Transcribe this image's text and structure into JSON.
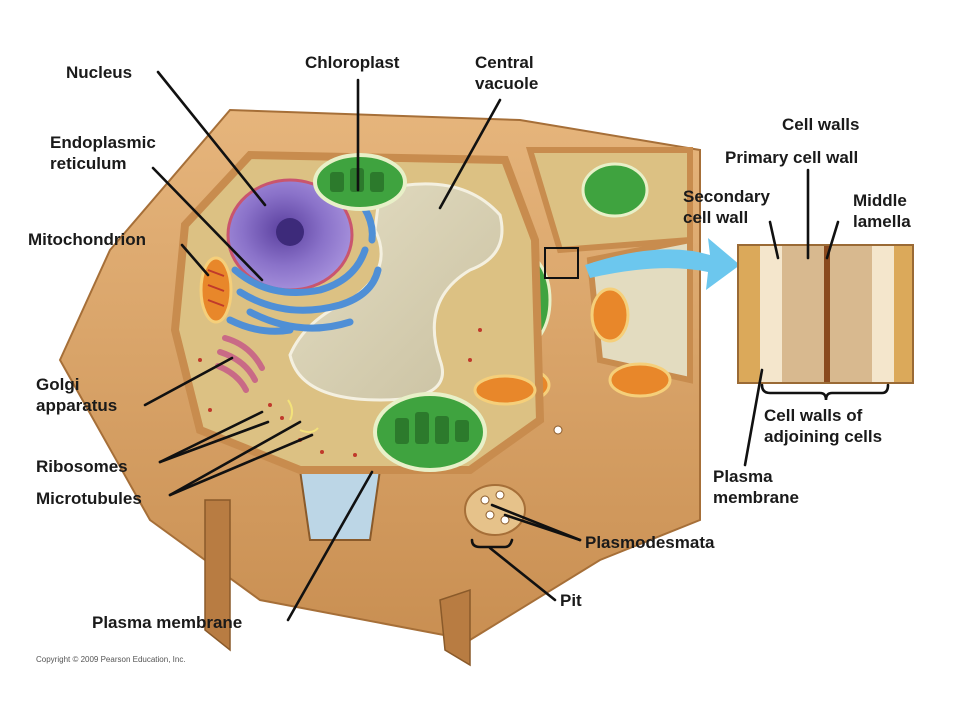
{
  "labels": {
    "nucleus": "Nucleus",
    "chloroplast": "Chloroplast",
    "central_vacuole": [
      "Central",
      "vacuole"
    ],
    "endoplasmic_reticulum": [
      "Endoplasmic",
      "reticulum"
    ],
    "mitochondrion": "Mitochondrion",
    "golgi_apparatus": [
      "Golgi",
      "apparatus"
    ],
    "ribosomes": "Ribosomes",
    "microtubules": "Microtubules",
    "plasma_membrane_bottom": "Plasma membrane",
    "cell_walls": "Cell walls",
    "primary_cell_wall": "Primary cell wall",
    "secondary_cell_wall": [
      "Secondary",
      "cell wall"
    ],
    "middle_lamella": [
      "Middle",
      "lamella"
    ],
    "cell_walls_adjoining": [
      "Cell walls of",
      "adjoining cells"
    ],
    "plasma_membrane_right": [
      "Plasma",
      "membrane"
    ],
    "plasmodesmata": "Plasmodesmata",
    "pit": "Pit"
  },
  "copyright": "Copyright © 2009 Pearson Education, Inc.",
  "colors": {
    "cell_wall": "#d9a56a",
    "cytoplasm": "#dcc183",
    "vacuole": "#d6cfb0",
    "chloroplast": "#3fa33f",
    "nucleus": "#7b5fb8",
    "er": "#4f8fd6",
    "mitochondrion": "#e8872a",
    "golgi": "#c96a86",
    "arrow": "#6cc7ee"
  }
}
